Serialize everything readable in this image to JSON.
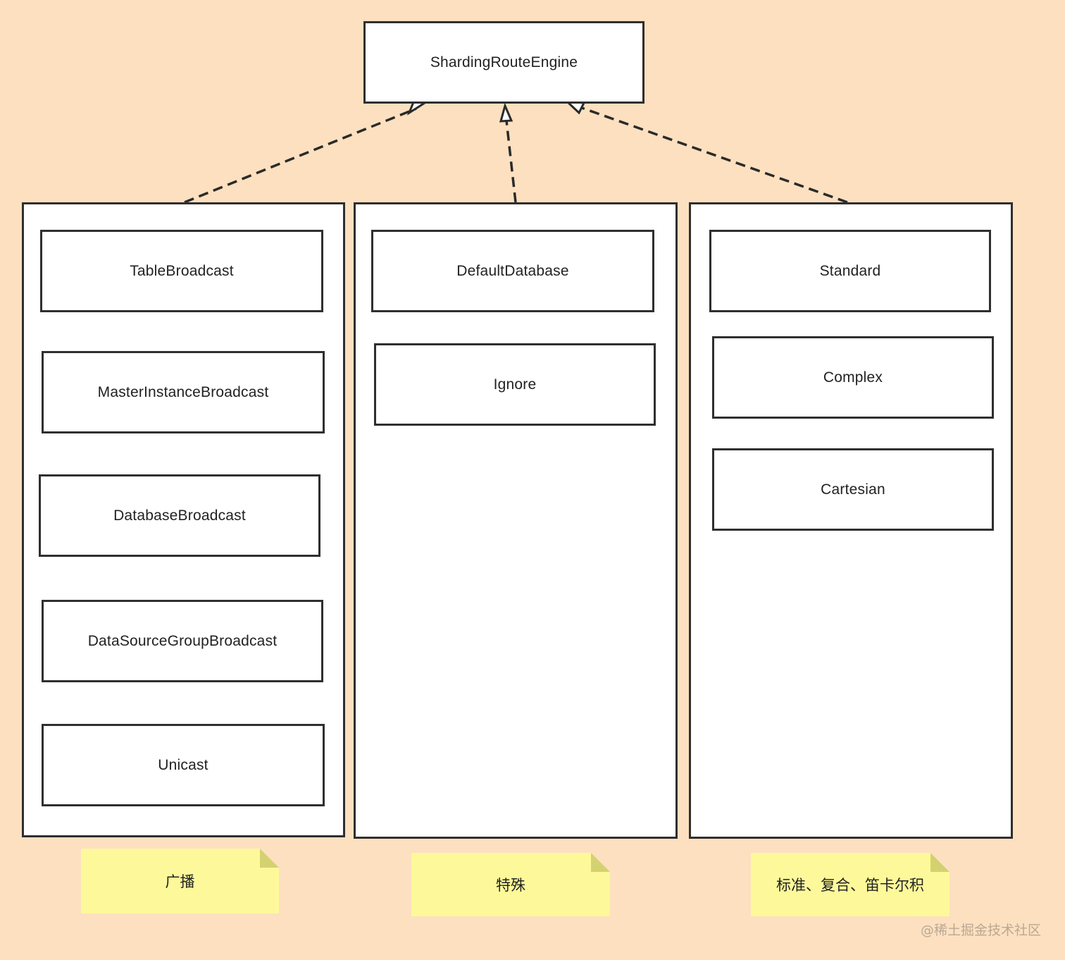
{
  "root": {
    "label": "ShardingRouteEngine"
  },
  "groups": [
    {
      "items": [
        "TableBroadcast",
        "MasterInstanceBroadcast",
        "DatabaseBroadcast",
        "DataSourceGroupBroadcast",
        "Unicast"
      ],
      "note": "广播"
    },
    {
      "items": [
        "DefaultDatabase",
        "Ignore"
      ],
      "note": "特殊"
    },
    {
      "items": [
        "Standard",
        "Complex",
        "Cartesian"
      ],
      "note": "标准、复合、笛卡尔积"
    }
  ],
  "watermark": "@稀土掘金技术社区",
  "colors": {
    "background": "#fde0bf",
    "box": "#ffffff",
    "border": "#2f2f2f",
    "note": "#fdf99a"
  }
}
